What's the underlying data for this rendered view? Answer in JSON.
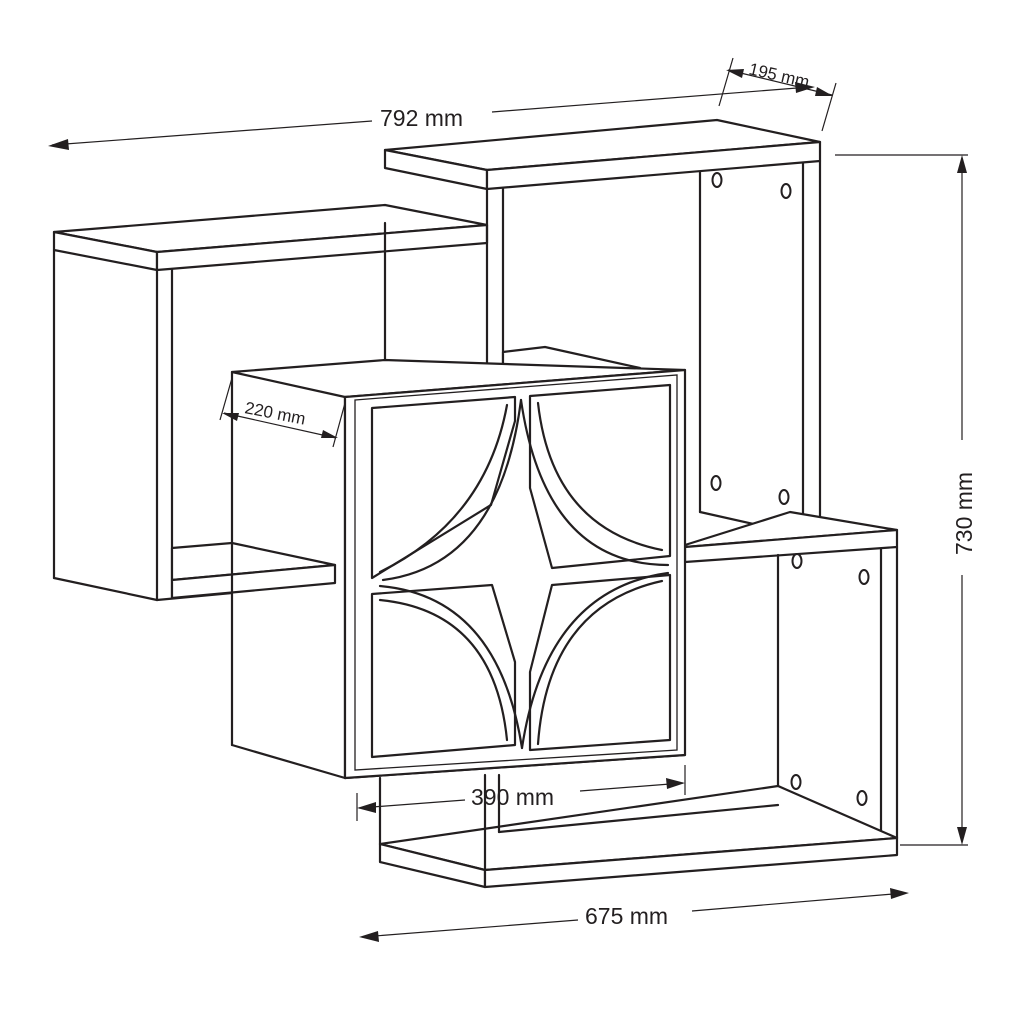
{
  "dimensions": {
    "overall_width": "792 mm",
    "shelf_depth": "195 mm",
    "overall_height": "730 mm",
    "cabinet_depth": "220 mm",
    "cabinet_width": "390 mm",
    "base_width": "675 mm"
  },
  "colors": {
    "line": "#231f20",
    "background": "#ffffff"
  }
}
